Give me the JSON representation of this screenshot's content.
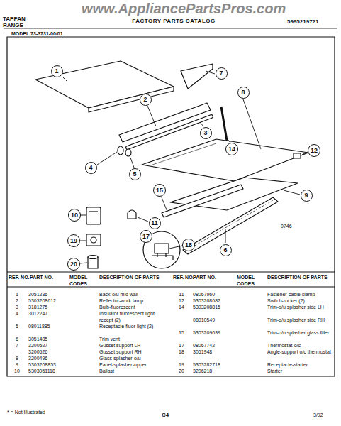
{
  "diagram": {
    "title": "FACTORY PARTS CATALOG",
    "nodes": [
      {
        "text": [
          "1"
        ]
      },
      {
        "text": [
          "7"
        ]
      },
      {
        "text": [
          "8"
        ]
      },
      {
        "text": [
          "2"
        ]
      },
      {
        "text": [
          "3"
        ]
      },
      {
        "text": [
          "14"
        ]
      },
      {
        "text": [
          "12"
        ]
      },
      {
        "text": [
          "4"
        ]
      },
      {
        "text": [
          "5"
        ]
      },
      {
        "text": [
          "15"
        ]
      },
      {
        "text": [
          "9"
        ]
      },
      {
        "text": [
          "10"
        ]
      },
      {
        "text": [
          "11"
        ]
      },
      {
        "text": [
          "17"
        ]
      },
      {
        "text": [
          "19"
        ]
      },
      {
        "text": [
          "18"
        ]
      },
      {
        "text": [
          "6"
        ]
      },
      {
        "text": [
          "20"
        ]
      }
    ],
    "labels": [
      "TAPPAN",
      "RANGE",
      "5995219721",
      "www.AppliancePartsPros.com",
      "MODEL 73-3731-00/01",
      "0746",
      "REF. NO.",
      "PART NO.",
      "MODEL CODES",
      "DESCRIPTION OF PARTS",
      "REF. NO.",
      "PART NO.",
      "MODEL CODES",
      "DESCRIPTION OF PARTS",
      "1",
      "3051236",
      "Back-o/u mid wall",
      "2",
      "5303208612",
      "Reflector-work lamp",
      "3",
      "3181275",
      "Bulb-fluorescent",
      "4",
      "3012247",
      "Insulator fluorescent light recept (2)",
      "5",
      "08011885",
      "Receptacle-fluor light (2)",
      "6",
      "3051485",
      "Trim vent",
      "7",
      "3200527",
      "Gusset support LH",
      "3200526",
      "Gusset support RH",
      "8",
      "3200496",
      "Glass-splasher-o/u",
      "9",
      "5303208853",
      "Panel-splasher-upper",
      "10",
      "5303051118",
      "Ballast",
      "11",
      "08067960",
      "Fastener-cable clamp",
      "12",
      "5303208682",
      "Switch-rocker (2)",
      "14",
      "5303208815",
      "Trim-o/u splasher side LH",
      "08010549",
      "Trim-o/u splasher side RH",
      "15",
      "5303209039",
      "Trim-o/u splasher glass filler",
      "17",
      "08067742",
      "Thermostat-o/c",
      "18",
      "3051948",
      "Angle-support o/c thermostat",
      "19",
      "5303282718",
      "Receptacle-starter",
      "20",
      "3206218",
      "Starter",
      "* = Not Illustrated",
      "C4",
      "3/92"
    ]
  }
}
